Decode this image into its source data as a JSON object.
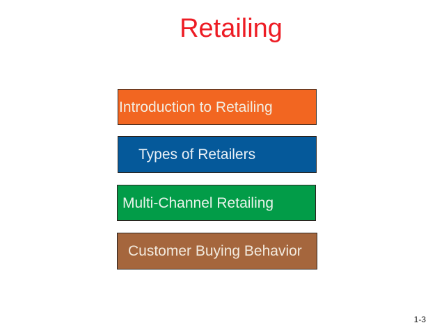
{
  "slide": {
    "title": "Retailing",
    "title_color": "#ED1C24",
    "background_color": "#FFFFFF",
    "box_border_color": "#2A2420",
    "page_number": "1-3",
    "page_number_color": "#1C1C1C"
  },
  "boxes": [
    {
      "label": "Introduction to Retailing",
      "background": "#F26621",
      "text_color": "#F3EDE1"
    },
    {
      "label": "Types of Retailers",
      "background": "#05599A",
      "text_color": "#E9F0F6"
    },
    {
      "label": "Multi-Channel Retailing",
      "background": "#029C48",
      "text_color": "#EAF4EC"
    },
    {
      "label": "Customer Buying Behavior",
      "background": "#A5663D",
      "text_color": "#F3EBDF"
    }
  ]
}
